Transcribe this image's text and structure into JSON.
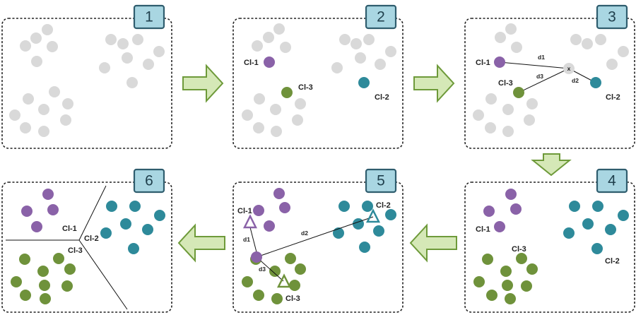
{
  "panels": [
    {
      "number": "1"
    },
    {
      "number": "2"
    },
    {
      "number": "3"
    },
    {
      "number": "4"
    },
    {
      "number": "5"
    },
    {
      "number": "6"
    }
  ],
  "labels": {
    "cl1": "Cl-1",
    "cl2": "Cl-2",
    "cl3": "Cl-3",
    "d1": "d1",
    "d2": "d2",
    "d3": "d3",
    "x": "x"
  },
  "colors": {
    "unassigned": "#d9d9d9",
    "cluster1": "#8a62a8",
    "cluster2": "#2e8a9a",
    "cluster3": "#6f923b",
    "arrow_fill": "#d5e8b7",
    "arrow_stroke": "#6e9a3a",
    "badge_fill": "#a9d6e2"
  }
}
